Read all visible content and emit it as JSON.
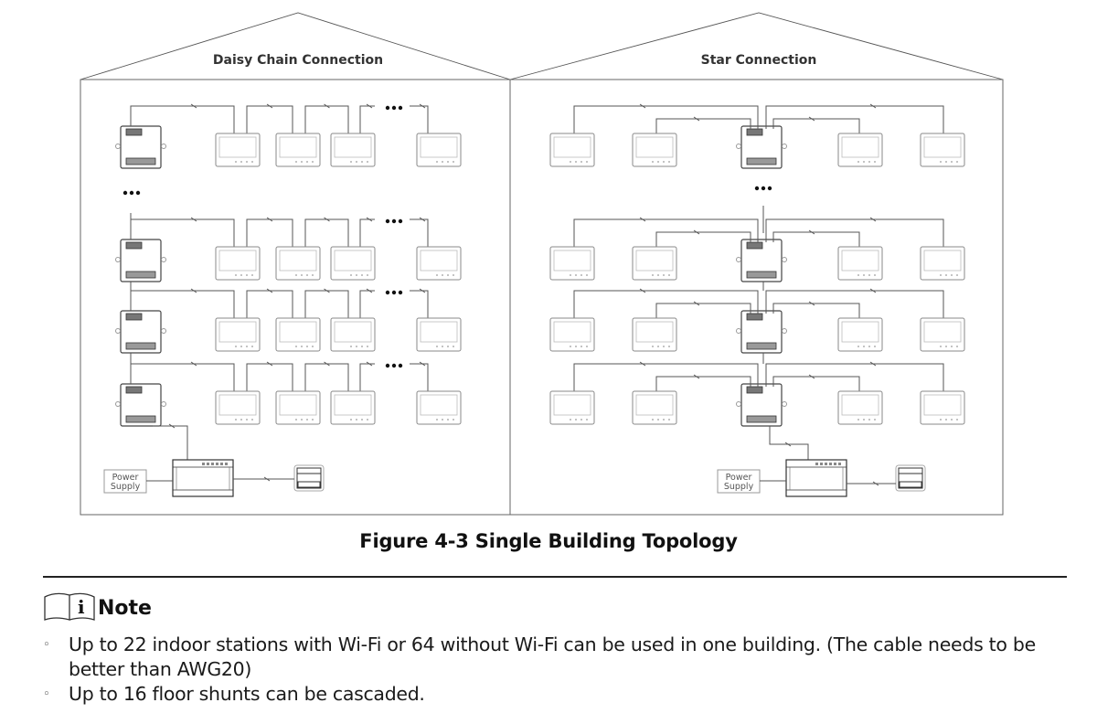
{
  "figure": {
    "panels": [
      {
        "id": "daisy",
        "title": "Daisy Chain Connection",
        "topology": "daisy-chain",
        "floors_shown": 4,
        "stations_per_floor": 4,
        "ellipsis": "•••",
        "power_supply_label": [
          "Power",
          "Supply"
        ]
      },
      {
        "id": "star",
        "title": "Star Connection",
        "topology": "star",
        "floors_shown": 4,
        "stations_per_floor": 4,
        "ellipsis": "•••",
        "power_supply_label": [
          "Power",
          "Supply"
        ]
      }
    ],
    "caption": "Figure 4-3 Single Building Topology"
  },
  "note": {
    "icon": "info-book-icon",
    "title": "Note",
    "bullet_glyph": "◦",
    "items": [
      "Up to 22 indoor stations with Wi-Fi or 64 without Wi-Fi can be used in one building. (The cable needs to be better than AWG20)",
      "Up to 16 floor shunts can be cascaded."
    ]
  },
  "colors": {
    "line": "#555555",
    "device_stroke": "#8a8a8a",
    "shunt_stroke": "#444444",
    "text": "#1a1a1a"
  }
}
